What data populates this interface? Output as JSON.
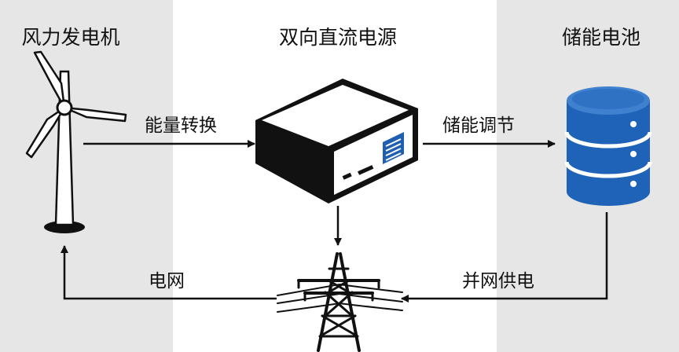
{
  "titles": {
    "wind_turbine": "风力发电机",
    "bidirectional_dc": "双向直流电源",
    "battery": "储能电池"
  },
  "flows": {
    "energy_conversion": "能量转换",
    "storage_regulation": "储能调节",
    "grid_connected_supply": "并网供电",
    "power_grid": "电网"
  },
  "colors": {
    "side_panel": "#e6e6e6",
    "line": "#111111",
    "accent_blue": "#1f5fb0",
    "battery_blue": "#1f63b8"
  }
}
